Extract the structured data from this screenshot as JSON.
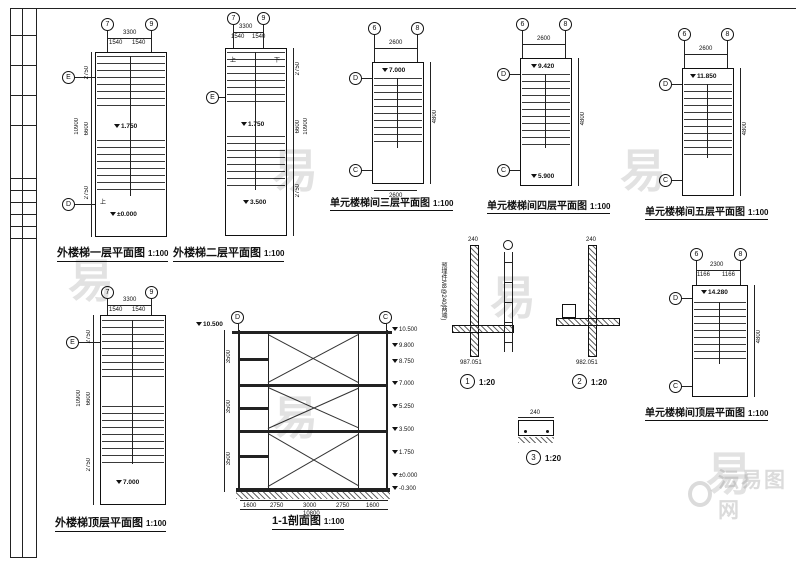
{
  "titles": {
    "p1": {
      "name": "外楼梯一层平面图",
      "scale": "1:100"
    },
    "p2": {
      "name": "外楼梯二层平面图",
      "scale": "1:100"
    },
    "p3": {
      "name": "单元楼梯间三层平面图",
      "scale": "1:100"
    },
    "p4": {
      "name": "单元楼梯间四层平面图",
      "scale": "1:100"
    },
    "p5": {
      "name": "单元楼梯间五层平面图",
      "scale": "1:100"
    },
    "p6": {
      "name": "外楼梯顶层平面图",
      "scale": "1:100"
    },
    "p7": {
      "name": "1-1剖面图",
      "scale": "1:100"
    },
    "p8": {
      "name": "单元楼梯间顶层平面图",
      "scale": "1:100"
    },
    "d1": {
      "num": "1",
      "scale": "1:20"
    },
    "d2": {
      "num": "2",
      "scale": "1:20"
    },
    "d3": {
      "num": "3",
      "scale": "1:20"
    }
  },
  "p1": {
    "a1": "7",
    "a2": "9",
    "aL1": "E",
    "aL2": "D",
    "dt": "3300",
    "d1": "1540",
    "d2": "1540",
    "vt": "10900",
    "v1": "2750",
    "v2": "6600",
    "v3": "2750",
    "l1": "1.750",
    "l2": "±0.000",
    "up": "上"
  },
  "p2": {
    "a1": "7",
    "a2": "9",
    "aL1": "E",
    "dt": "3300",
    "d1": "1540",
    "d2": "1540",
    "vt": "10900",
    "v1": "2750",
    "v2": "6600",
    "v3": "2750",
    "l1": "1.750",
    "l2": "3.500",
    "up": "上",
    "down": "下"
  },
  "p3": {
    "a1": "6",
    "a2": "8",
    "aL1": "D",
    "aL2": "C",
    "dt": "2600",
    "db": "2600",
    "vr": "4800",
    "l1": "7.000"
  },
  "p4": {
    "a1": "6",
    "a2": "8",
    "aL1": "D",
    "aL2": "C",
    "dt": "2600",
    "vr": "4800",
    "l1": "9.420",
    "l2": "5.900"
  },
  "p5": {
    "a1": "6",
    "a2": "8",
    "aL1": "D",
    "aL2": "C",
    "dt": "2600",
    "vr": "4800",
    "l1": "11.850"
  },
  "p6": {
    "a1": "7",
    "a2": "9",
    "aL1": "E",
    "dt": "3300",
    "d1": "1540",
    "d2": "1540",
    "vt": "10900",
    "v1": "2750",
    "v2": "6600",
    "v3": "2750",
    "l1": "7.000"
  },
  "p8": {
    "a1": "6",
    "a2": "8",
    "aL1": "D",
    "aL2": "C",
    "dt": "2300",
    "d1": "1166",
    "d2": "1166",
    "vr": "4800",
    "l1": "14.280"
  },
  "sec": {
    "axL": "D",
    "axR": "C",
    "lvlTop": "10.500",
    "lh": [
      "3500",
      "3500",
      "3500"
    ],
    "right": [
      "10.500",
      "9.800",
      "8.750",
      "7.000",
      "5.250",
      "3.500",
      "1.750",
      "±0.000",
      "-0.300"
    ],
    "bd": [
      "1600",
      "2750",
      "3000",
      "2750",
      "1600"
    ],
    "btotal": "10800"
  },
  "d1": {
    "dim": "240",
    "note": "预埋件M8@240(两端)",
    "val": "987.051"
  },
  "d2": {
    "dim": "240",
    "val": "982.051"
  },
  "d3": {
    "dim": "240"
  },
  "wm": {
    "ch": "易",
    "logo": "沄易图网"
  }
}
